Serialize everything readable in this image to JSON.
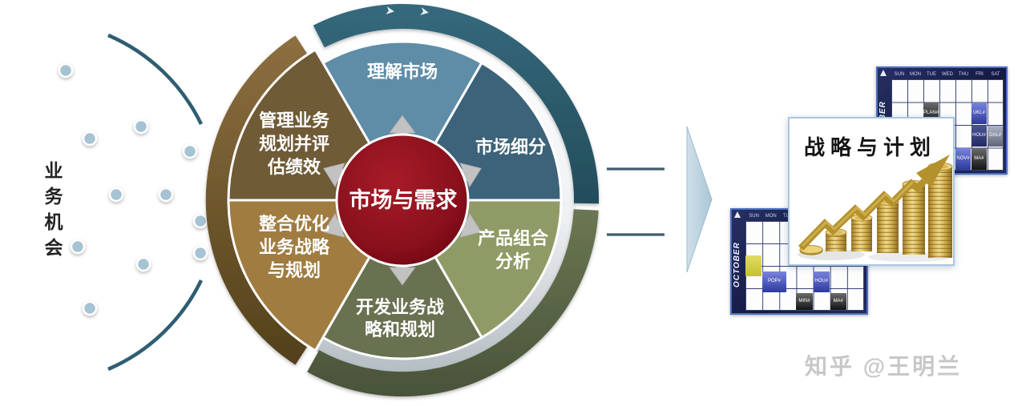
{
  "left": {
    "label": "业务机会"
  },
  "wheel": {
    "center_label": "市场与需求",
    "segments": [
      {
        "id": "understand-market",
        "color": "#5f8da7",
        "lines": [
          "理解市场"
        ]
      },
      {
        "id": "market-segmentation",
        "color": "#3c6379",
        "lines": [
          "市场细分"
        ]
      },
      {
        "id": "portfolio-analysis",
        "color": "#8f9b66",
        "lines": [
          "产品组合",
          "分析"
        ]
      },
      {
        "id": "develop-strategy",
        "color": "#687150",
        "lines": [
          "开发业务战",
          "略和规划"
        ]
      },
      {
        "id": "integrate-optimize",
        "color": "#a07c41",
        "lines": [
          "整合优化",
          "业务战略",
          "与规划"
        ]
      },
      {
        "id": "manage-planning",
        "color": "#6f5b36",
        "lines": [
          "管理业务",
          "规划并评",
          "估绩效"
        ]
      }
    ],
    "ring_colors": {
      "top_right": "#2d5a6d",
      "bottom": "#5e6a49",
      "left": "#6b5226"
    },
    "center_color": "#7a0e18",
    "arrow_color": "#c2c2c2"
  },
  "connector": {
    "line_color": "#3f5d6d",
    "triangle_color": "#bdd3e0"
  },
  "output": {
    "card_title": "战略与计划",
    "calendars": {
      "month": "OCTOBER",
      "days": [
        "SUN",
        "MON",
        "TUE",
        "WED",
        "THU",
        "FRI",
        "SAT"
      ],
      "cal1_events": [
        {
          "label": "PLAN#"
        },
        {
          "label": "UKL#"
        },
        {
          "label": "HOU#"
        },
        {
          "label": "DAL#"
        },
        {
          "label": "NOV#"
        },
        {
          "label": "MA#"
        }
      ],
      "cal2_events": [
        {
          "label": "POP#"
        },
        {
          "label": "HOU#"
        },
        {
          "label": "MIN#"
        },
        {
          "label": "MA#"
        }
      ]
    }
  },
  "watermark": {
    "text": "知乎 @王明兰"
  },
  "accents": {
    "dot_color": "#a6c3d3",
    "arc_color": "#2f5d72",
    "gold": "#b3922e"
  }
}
